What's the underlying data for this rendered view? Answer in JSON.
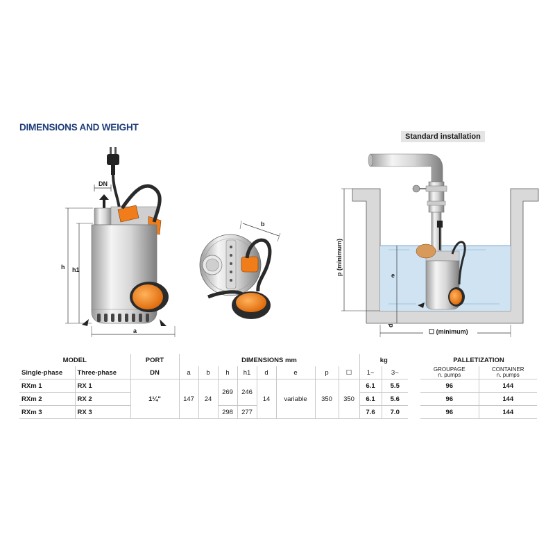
{
  "section_title": "DIMENSIONS AND WEIGHT",
  "standard_installation_label": "Standard installation",
  "drawing_labels": {
    "dn": "DN",
    "h": "h",
    "h1": "h1",
    "a": "a",
    "b": "b",
    "p": "p (minimum)",
    "e": "e",
    "d": "d",
    "min_width": "☐ (minimum)"
  },
  "table": {
    "model_header": "MODEL",
    "port_header": "PORT",
    "dimensions_header": "DIMENSIONS mm",
    "kg_header": "kg",
    "single_phase": "Single-phase",
    "three_phase": "Three-phase",
    "dn": "DN",
    "dim_cols": [
      "a",
      "b",
      "h",
      "h1",
      "d",
      "e",
      "p",
      "☐"
    ],
    "kg_cols": [
      "1~",
      "3~"
    ],
    "rows": [
      {
        "single": "RXm 1",
        "three": "RX 1",
        "kg1": "6.1",
        "kg3": "5.5"
      },
      {
        "single": "RXm 2",
        "three": "RX 2",
        "kg1": "6.1",
        "kg3": "5.6"
      },
      {
        "single": "RXm 3",
        "three": "RX 3",
        "kg1": "7.6",
        "kg3": "7.0"
      }
    ],
    "port_value": "1¼\"",
    "a_value": "147",
    "b_value": "24",
    "h_12": "269",
    "h1_12": "246",
    "h_3": "298",
    "h1_3": "277",
    "d_value": "14",
    "e_value": "variable",
    "p_value": "350",
    "sq_value": "350"
  },
  "palletization": {
    "header": "PALLETIZATION",
    "groupage": "GROUPAGE",
    "container": "CONTAINER",
    "n_pumps": "n. pumps",
    "rows": [
      {
        "groupage": "96",
        "container": "144"
      },
      {
        "groupage": "96",
        "container": "144"
      },
      {
        "groupage": "96",
        "container": "144"
      }
    ]
  },
  "colors": {
    "title_blue": "#1f3d7a",
    "pump_orange": "#f07d1a",
    "water_blue": "#cfe3f2",
    "pit_gray": "#d9d9d9"
  }
}
